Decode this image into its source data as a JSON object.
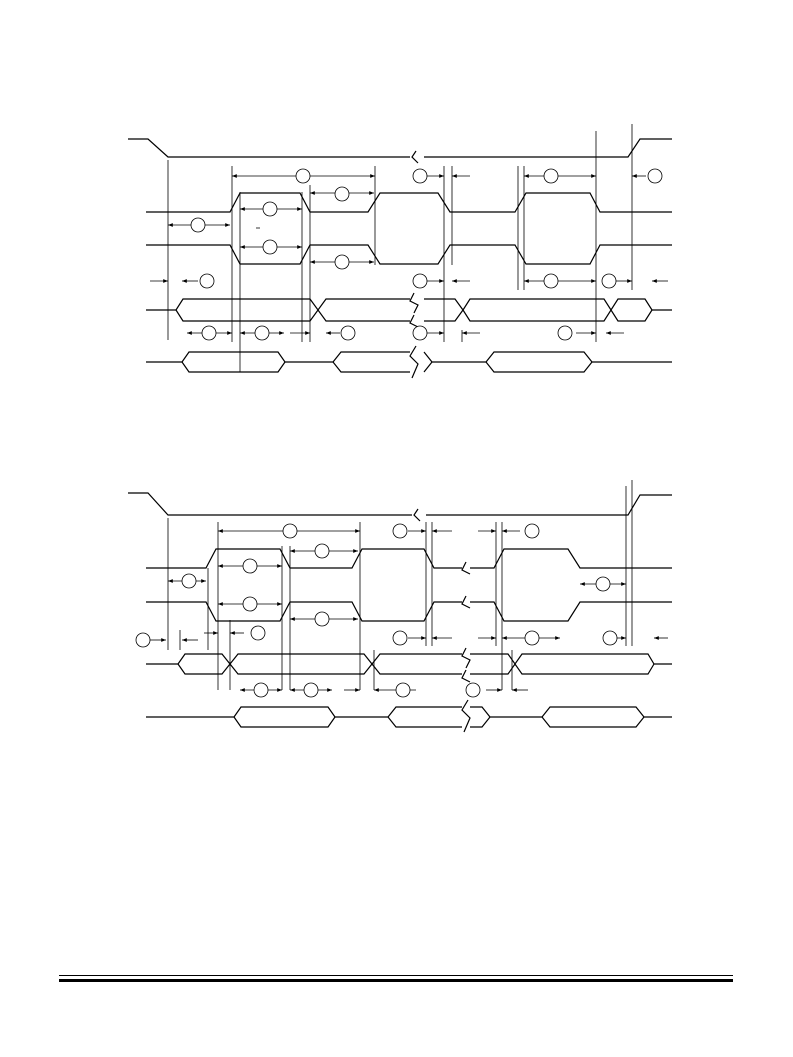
{
  "diagrams": [
    {
      "name": "timing-diagram-1",
      "signal_count": 5
    },
    {
      "name": "timing-diagram-2",
      "signal_count": 5
    }
  ],
  "footer": {
    "style": "double-rule"
  }
}
